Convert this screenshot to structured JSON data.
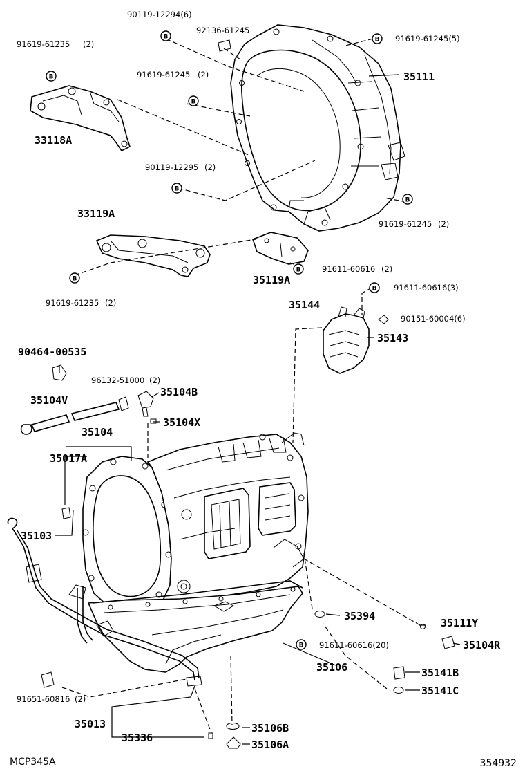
{
  "labels": {
    "p90119_12294": "90119-12294(6)",
    "p92136_61245": "92136-61245",
    "p91619_61235_top": "91619-61235",
    "p91619_61235_top_qty": "(2)",
    "p91619_61245_5": "91619-61245(5)",
    "p35111": "35111",
    "p91619_61245_mid": "91619-61245",
    "p91619_61245_mid_qty": "(2)",
    "p33118A": "33118A",
    "p90119_12295": "90119-12295",
    "p90119_12295_qty": "(2)",
    "p91619_61245_right": "91619-61245",
    "p91619_61245_right_qty": "(2)",
    "p33119A": "33119A",
    "p91611_60616_2": "91611-60616",
    "p91611_60616_2_qty": "(2)",
    "p35119A": "35119A",
    "p91619_61235_low": "91619-61235",
    "p91619_61235_low_qty": "(2)",
    "p91611_60616_3": "91611-60616(3)",
    "p35144": "35144",
    "p90151_60004": "90151-60004(6)",
    "p35143": "35143",
    "p90464_00535": "90464-00535",
    "p96132_51000": "96132-51000",
    "p96132_51000_qty": "(2)",
    "p35104V": "35104V",
    "p35104B": "35104B",
    "p35104X": "35104X",
    "p35104": "35104",
    "p35017A": "35017A",
    "p35103": "35103",
    "p35394": "35394",
    "p35111Y": "35111Y",
    "p35104R": "35104R",
    "p91611_60616_20": "91611-60616(20)",
    "p35106": "35106",
    "p35141B": "35141B",
    "p35141C": "35141C",
    "p91651_60816": "91651-60816",
    "p91651_60816_qty": "(2)",
    "p35013": "35013",
    "p35336": "35336",
    "p35106B": "35106B",
    "p35106A": "35106A"
  },
  "marker_letter": "B",
  "footer": {
    "left_code": "MCP345A",
    "right_code": "354932"
  }
}
